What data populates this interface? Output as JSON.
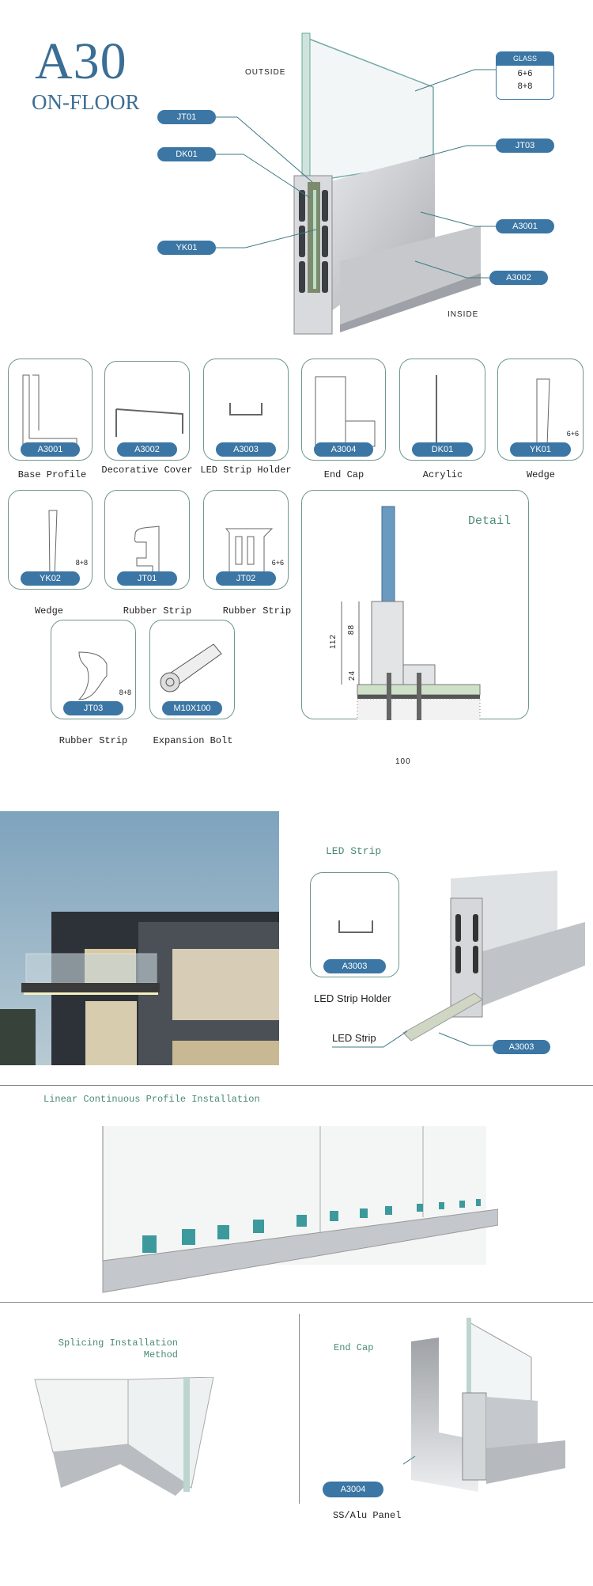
{
  "header": {
    "title": "A30",
    "subtitle": "ON-FLOOR"
  },
  "diagram": {
    "outside": "OUTSIDE",
    "inside": "INSIDE",
    "callouts": {
      "jt01": "JT01",
      "dk01": "DK01",
      "yk01": "YK01",
      "jt03": "JT03",
      "a3001": "A3001",
      "a3002": "A3002"
    },
    "glass": {
      "label": "GLASS",
      "options": [
        "6+6",
        "8+8"
      ]
    }
  },
  "parts": [
    {
      "code": "A3001",
      "name": "Base Profile",
      "note": ""
    },
    {
      "code": "A3002",
      "name": "Decorative Cover",
      "note": ""
    },
    {
      "code": "A3003",
      "name": "LED Strip Holder",
      "note": ""
    },
    {
      "code": "A3004",
      "name": "End Cap",
      "note": ""
    },
    {
      "code": "DK01",
      "name": "Acrylic",
      "note": ""
    },
    {
      "code": "YK01",
      "name": "Wedge",
      "note": "6+6"
    },
    {
      "code": "YK02",
      "name": "Wedge",
      "note": "8+8"
    },
    {
      "code": "JT01",
      "name": "Rubber Strip",
      "note": ""
    },
    {
      "code": "JT02",
      "name": "Rubber Strip",
      "note": "6+6"
    },
    {
      "code": "JT03",
      "name": "Rubber Strip",
      "note": "8+8"
    },
    {
      "code": "M10X100",
      "name": "Expansion Bolt",
      "note": ""
    }
  ],
  "detail": {
    "title": "Detail",
    "dims": {
      "total": "112",
      "upper": "88",
      "lower": "24",
      "width": "100"
    }
  },
  "led": {
    "title": "LED Strip",
    "card_code": "A3003",
    "holder_label": "LED Strip Holder",
    "strip_label": "LED Strip",
    "callout": "A3003"
  },
  "linear": {
    "title": "Linear Continuous Profile Installation"
  },
  "splicing": {
    "title_line1": "Splicing Installation",
    "title_line2": "Method"
  },
  "endcap": {
    "title": "End Cap",
    "callout": "A3004",
    "panel_label": "SS/Alu Panel"
  },
  "colors": {
    "brand": "#3b6e95",
    "pill": "#3b76a4",
    "card_border": "#6f978f",
    "accent_text": "#4a8a78"
  }
}
